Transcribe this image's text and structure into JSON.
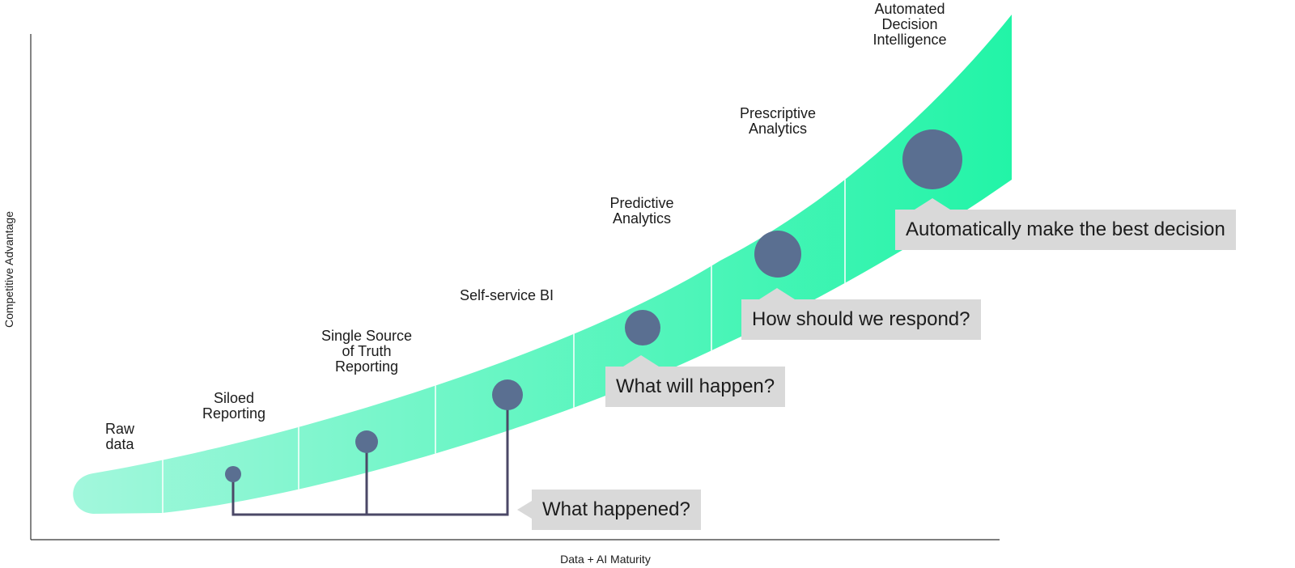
{
  "axes": {
    "x_label": "Data + AI Maturity",
    "y_label": "Competitive Advantage"
  },
  "stages": [
    {
      "id": "raw-data",
      "label": "Raw\ndata"
    },
    {
      "id": "siloed-reporting",
      "label": "Siloed\nReporting"
    },
    {
      "id": "single-source",
      "label": "Single Source\nof Truth\nReporting"
    },
    {
      "id": "self-service-bi",
      "label": "Self-service BI"
    },
    {
      "id": "predictive",
      "label": "Predictive\nAnalytics"
    },
    {
      "id": "prescriptive",
      "label": "Prescriptive\nAnalytics"
    },
    {
      "id": "automated-decision",
      "label": "Automated\nDecision\nIntelligence"
    }
  ],
  "callouts": {
    "what_happened": "What happened?",
    "what_will_happen": "What will happen?",
    "how_respond": "How should we respond?",
    "automatic": "Automatically make the best decision"
  },
  "colors": {
    "band_start": "#a2f7dc",
    "band_end": "#22f4a7",
    "marker": "#5a6f91",
    "connector": "#4b4867",
    "callout_bg": "#d9d9d9",
    "axis": "#333333"
  }
}
